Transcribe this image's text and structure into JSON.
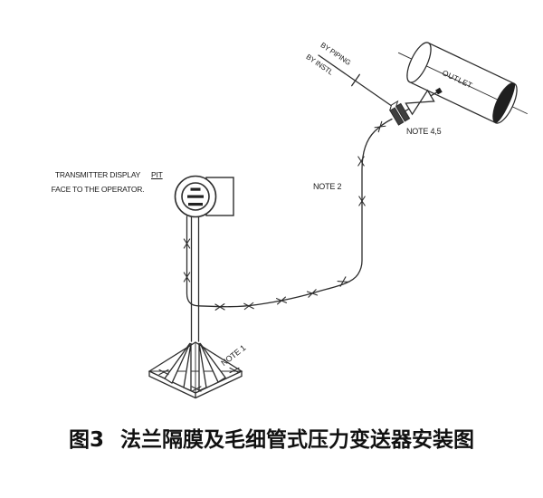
{
  "figure": {
    "number_label": "图3",
    "caption": "法兰隔膜及毛细管式压力变送器安装图"
  },
  "annotations": {
    "transmitter_note_line1": "TRANSMITTER DISPLAY",
    "transmitter_note_line2": "FACE TO THE OPERATOR.",
    "instrument_tag": "PIT",
    "scope_label_top": "BY PIPING",
    "scope_label_bottom": "BY INSTL",
    "pipe_label": "OUTLET",
    "note_1": "NOTE 1",
    "note_2": "NOTE 2",
    "note_4_5": "NOTE 4,5"
  },
  "colors": {
    "line": "#2d2d2d",
    "fill_dark": "#1f1f1f",
    "background": "#ffffff",
    "text": "#1c1c1c"
  }
}
